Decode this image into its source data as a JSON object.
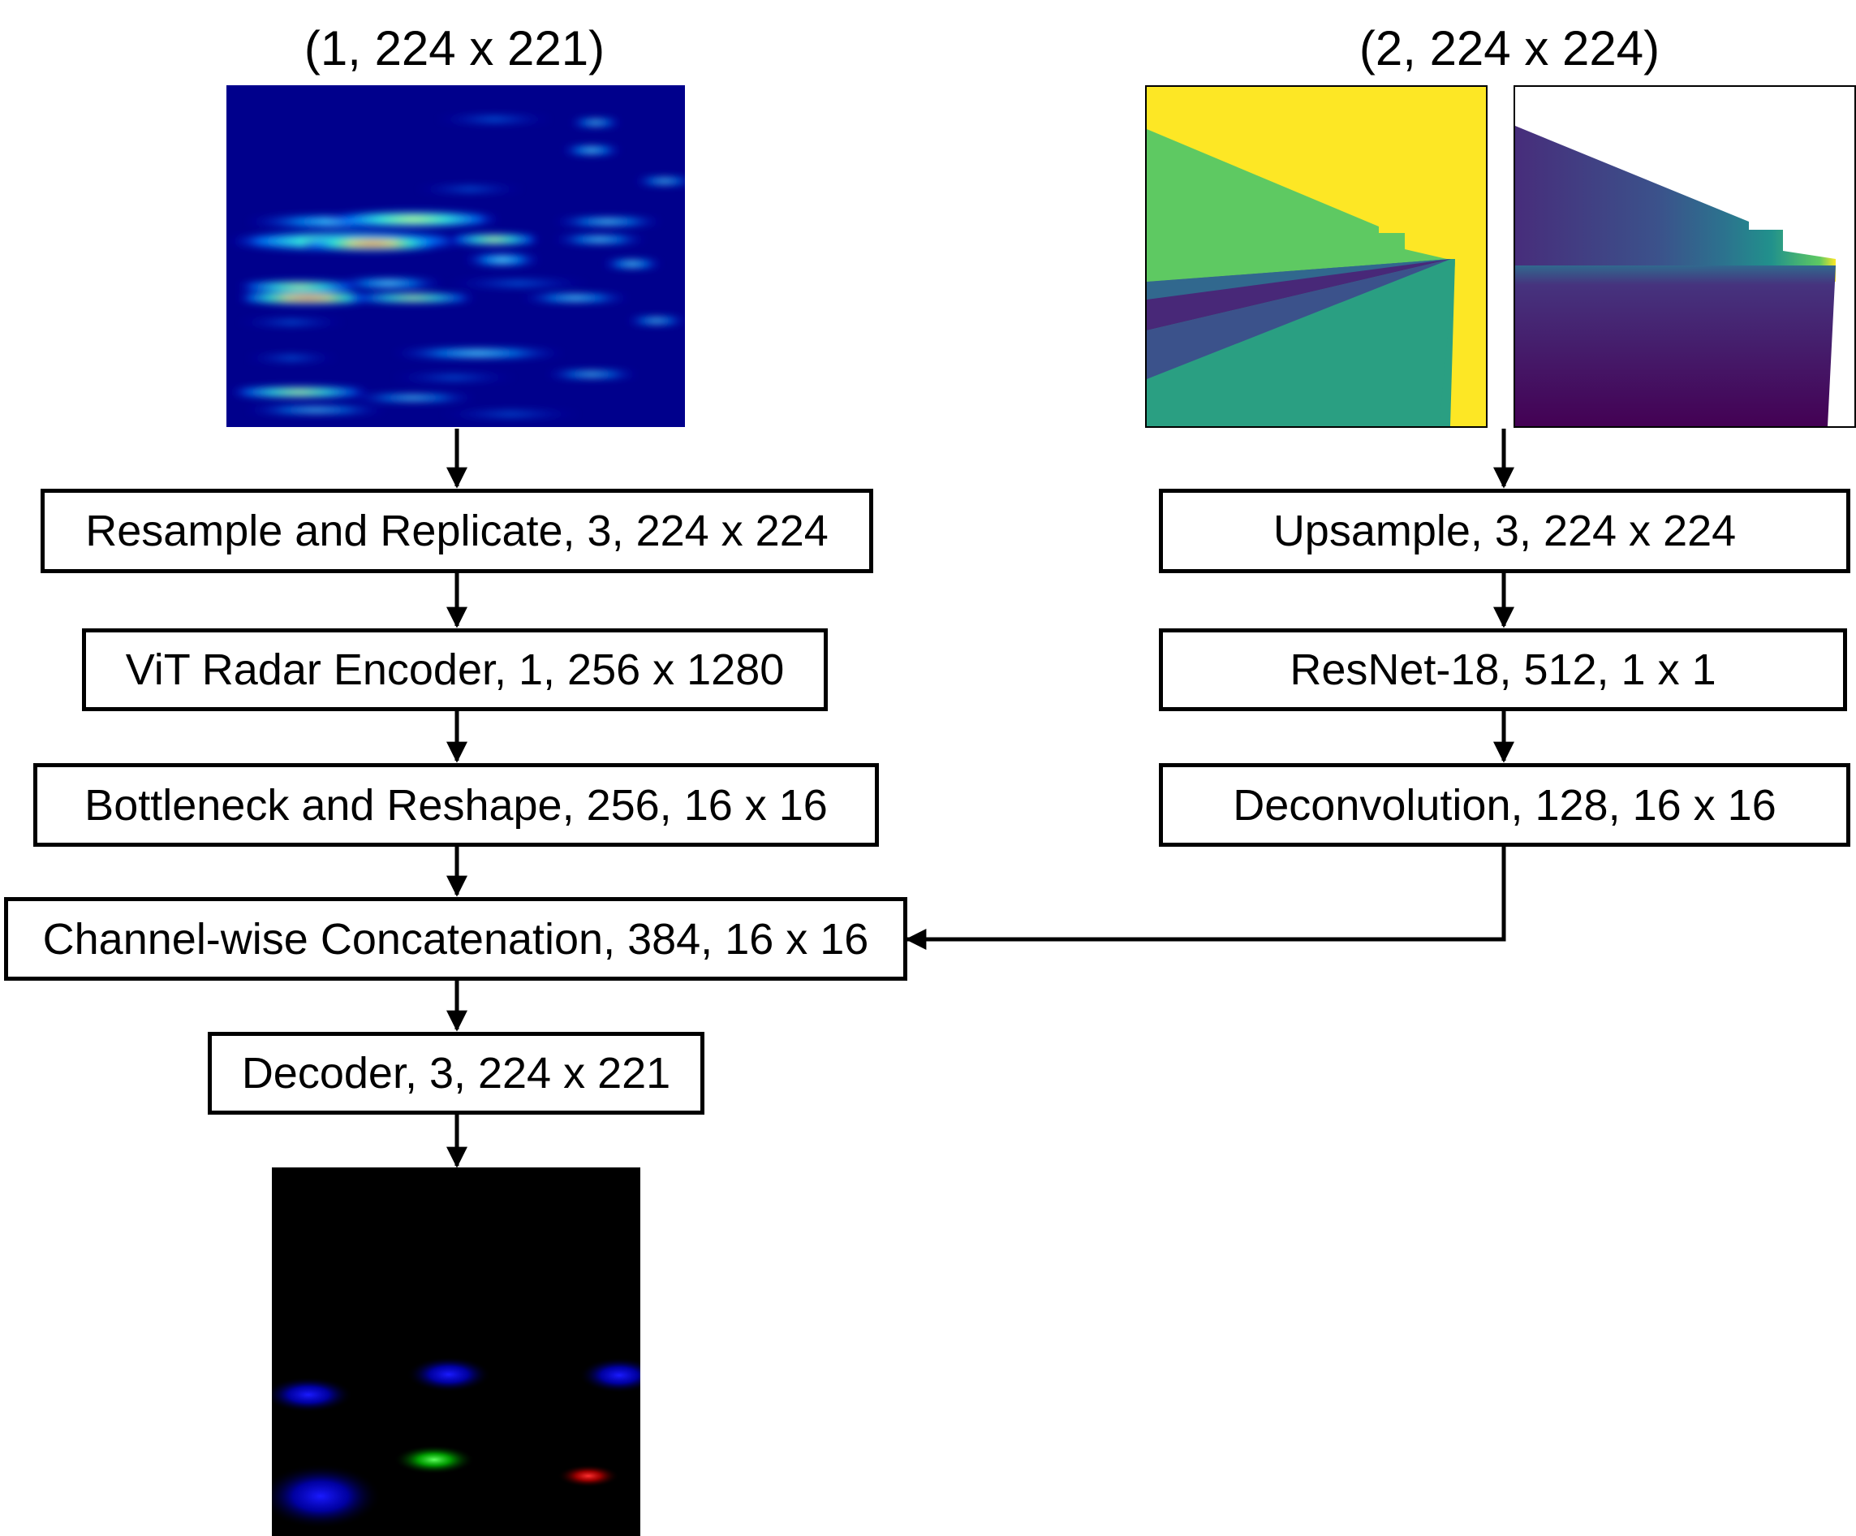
{
  "radar_input": {
    "title": "(1, 224 x 221)"
  },
  "map_input": {
    "title": "(2, 224 x 224)"
  },
  "left_branch": [
    {
      "id": "resample",
      "label": "Resample and Replicate, 3, 224 x 224"
    },
    {
      "id": "vit-encoder",
      "label": "ViT Radar Encoder, 1, 256 x 1280"
    },
    {
      "id": "bottleneck",
      "label": "Bottleneck and Reshape, 256, 16 x 16"
    },
    {
      "id": "concat",
      "label": "Channel-wise Concatenation, 384, 16 x 16"
    },
    {
      "id": "decoder",
      "label": "Decoder, 3, 224 x 221"
    }
  ],
  "right_branch": [
    {
      "id": "upsample",
      "label": "Upsample, 3, 224 x 224"
    },
    {
      "id": "resnet",
      "label": "ResNet-18, 512, 1 x 1"
    },
    {
      "id": "deconv",
      "label": "Deconvolution, 128, 16 x 16"
    }
  ],
  "colors": {
    "jet_background": "#00008c",
    "viridis_yellow": "#fde725",
    "viridis_green": "#5ec962",
    "viridis_teal": "#2a9f82",
    "viridis_purple": "#440154",
    "output_background": "#000000"
  }
}
